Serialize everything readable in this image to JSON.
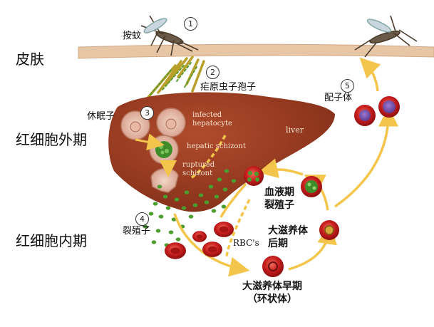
{
  "stages": {
    "skin": "皮肤",
    "exo_erythrocytic": "红细胞外期",
    "erythrocytic": "红细胞内期"
  },
  "labels": {
    "mosquito_bite": "按蚊",
    "sporozoite": "疟原虫子孢子",
    "hypnozoite": "休眠子",
    "merozoite": "裂殖子",
    "gametocyte": "配子体",
    "schizont_blood": "血液期\n裂殖子",
    "late_trophozoite": "大滋养体\n后期",
    "early_trophozoite": "大滋养体早期\n（环状体）",
    "rbcs": "RBC's"
  },
  "liver_labels": {
    "infected_hepatocyte": "infected\nhepatocyte",
    "hepatic_schizont": "hepatic schizont",
    "ruptured_schizont": "ruptured\nschizont",
    "liver": "liver"
  },
  "step_numbers": [
    "1",
    "2",
    "3",
    "4",
    "5"
  ],
  "colors": {
    "skin": "#e7c6a6",
    "liver": "#9c3b22",
    "cycle_arrow": "#f3c54a",
    "rbc": "#c81e1e",
    "parasite": "#4a9d2e",
    "gametocyte": "#7a4aa8"
  }
}
